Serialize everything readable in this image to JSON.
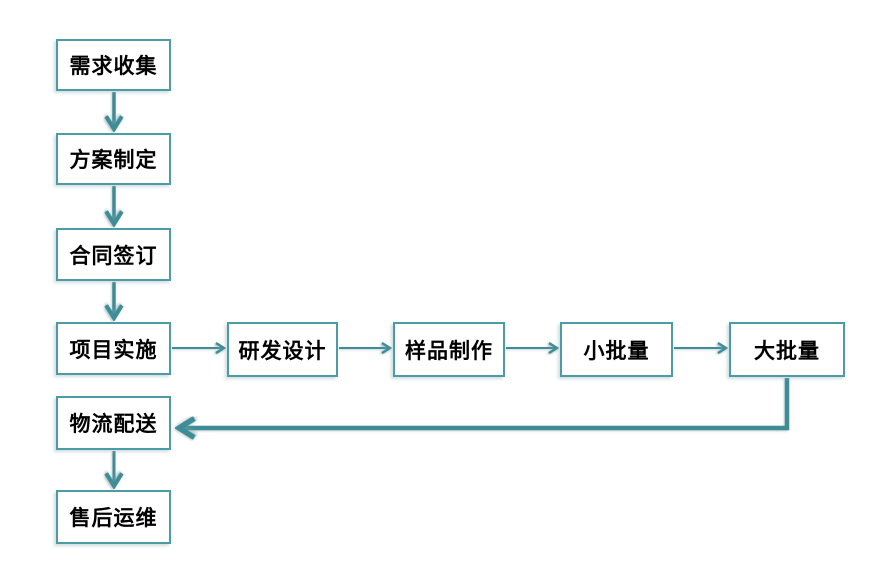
{
  "diagram": {
    "type": "flowchart",
    "background": "#FFFFFF",
    "colors": {
      "box_border": "#4C9CA6",
      "box_fill": "#FFFFFF",
      "arrow": "#3E8D96",
      "text": "#000000"
    },
    "nodes": [
      {
        "id": "requirement-collection",
        "label": "需求收集"
      },
      {
        "id": "plan-formulation",
        "label": "方案制定"
      },
      {
        "id": "contract-signing",
        "label": "合同签订"
      },
      {
        "id": "project-implementation",
        "label": "项目实施"
      },
      {
        "id": "rd-design",
        "label": "研发设计"
      },
      {
        "id": "sample-production",
        "label": "样品制作"
      },
      {
        "id": "small-batch",
        "label": "小批量"
      },
      {
        "id": "large-batch",
        "label": "大批量"
      },
      {
        "id": "logistics-delivery",
        "label": "物流配送"
      },
      {
        "id": "after-sales-ops",
        "label": "售后运维"
      }
    ],
    "edges": [
      {
        "from": "需求收集",
        "to": "方案制定",
        "direction": "down"
      },
      {
        "from": "方案制定",
        "to": "合同签订",
        "direction": "down"
      },
      {
        "from": "合同签订",
        "to": "项目实施",
        "direction": "down"
      },
      {
        "from": "项目实施",
        "to": "研发设计",
        "direction": "right"
      },
      {
        "from": "研发设计",
        "to": "样品制作",
        "direction": "right"
      },
      {
        "from": "样品制作",
        "to": "小批量",
        "direction": "right"
      },
      {
        "from": "小批量",
        "to": "大批量",
        "direction": "right"
      },
      {
        "from": "大批量",
        "to": "物流配送",
        "direction": "down-left-elbow"
      },
      {
        "from": "物流配送",
        "to": "售后运维",
        "direction": "down"
      }
    ]
  }
}
